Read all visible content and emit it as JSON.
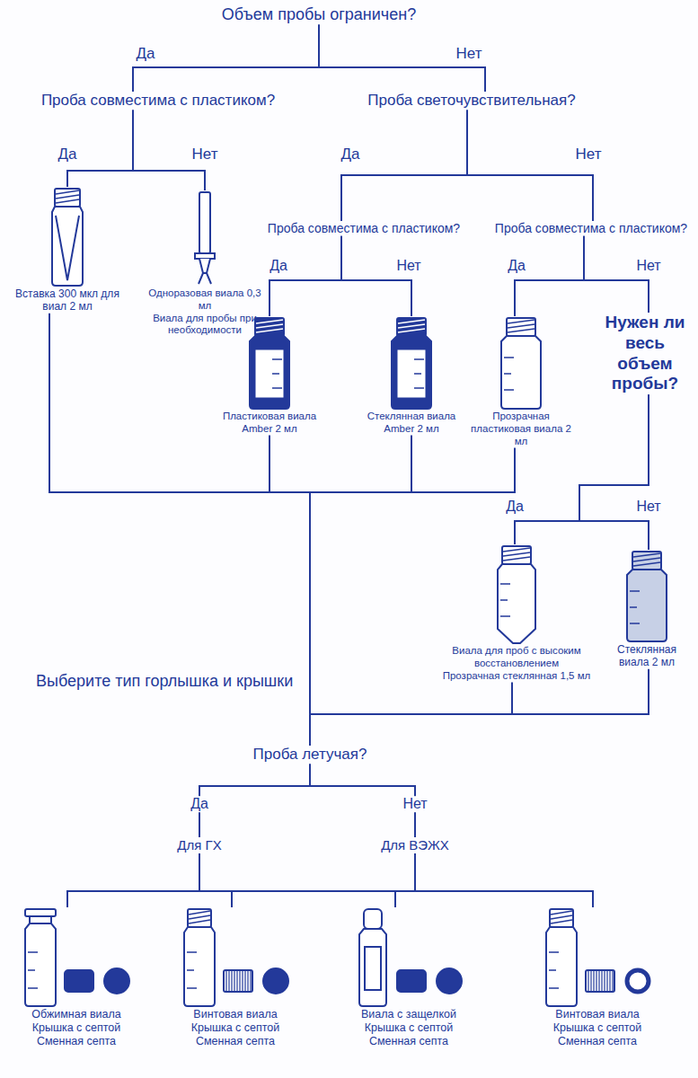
{
  "diagram": {
    "nodes": [
      {
        "text": [
          "Объем пробы ограничен?"
        ]
      },
      {
        "text": [
          "Проба совместима с пластиком?"
        ]
      },
      {
        "text": [
          "Проба светочувствительная?"
        ]
      },
      {
        "text": [
          "Вставка 300 мкл для виал 2 мл"
        ]
      },
      {
        "text": [
          "Одноразовая виала 0,3 мл",
          "Виала для пробы при необходимости"
        ]
      },
      {
        "text": [
          "Проба совместима с пластиком?"
        ]
      },
      {
        "text": [
          "Проба совместима с пластиком?"
        ]
      },
      {
        "text": [
          "Пластиковая виала Amber 2 мл"
        ]
      },
      {
        "text": [
          "Стеклянная виала Amber 2 мл"
        ]
      },
      {
        "text": [
          "Прозрачная пластиковая виала 2 мл"
        ]
      },
      {
        "text": [
          "Нужен ли весь объем пробы?"
        ]
      },
      {
        "text": [
          "Виала для проб с высоким восстановлением",
          "Прозрачная стеклянная 1,5 мл"
        ]
      },
      {
        "text": [
          "Стеклянная виала 2 мл"
        ]
      },
      {
        "text": [
          "Проба летучая?"
        ]
      },
      {
        "text": [
          "Для ГХ"
        ]
      },
      {
        "text": [
          "Для ВЭЖХ"
        ]
      },
      {
        "text": [
          "Обжимная виала",
          "Крышка с септой",
          "Сменная септа"
        ]
      },
      {
        "text": [
          "Винтовая виала",
          "Крышка с септой",
          "Сменная септа"
        ]
      },
      {
        "text": [
          "Виала с защелкой",
          "Крышка с септой",
          "Сменная септа"
        ]
      },
      {
        "text": [
          "Винтовая виала",
          "Крышка с септой",
          "Сменная септа"
        ]
      }
    ],
    "edges": [
      {
        "from": 0,
        "to": 1,
        "label": "Да",
        "arrow": "none"
      },
      {
        "from": 0,
        "to": 2,
        "label": "Нет",
        "arrow": "none"
      },
      {
        "from": 1,
        "to": 3,
        "label": "Да",
        "arrow": "none"
      },
      {
        "from": 1,
        "to": 4,
        "label": "Нет",
        "arrow": "none"
      },
      {
        "from": 2,
        "to": 5,
        "label": "Да",
        "arrow": "none"
      },
      {
        "from": 2,
        "to": 6,
        "label": "Нет",
        "arrow": "none"
      },
      {
        "from": 5,
        "to": 7,
        "label": "Да",
        "arrow": "none"
      },
      {
        "from": 5,
        "to": 8,
        "label": "Нет",
        "arrow": "none"
      },
      {
        "from": 6,
        "to": 9,
        "label": "Да",
        "arrow": "none"
      },
      {
        "from": 6,
        "to": 10,
        "label": "Нет",
        "arrow": "none"
      },
      {
        "from": 10,
        "to": 11,
        "label": "Да",
        "arrow": "none"
      },
      {
        "from": 10,
        "to": 12,
        "label": "Нет",
        "arrow": "none"
      },
      {
        "from": 3,
        "to": 13,
        "arrow": "none"
      },
      {
        "from": 7,
        "to": 13,
        "arrow": "none"
      },
      {
        "from": 8,
        "to": 13,
        "arrow": "none"
      },
      {
        "from": 9,
        "to": 13,
        "arrow": "none"
      },
      {
        "from": 11,
        "to": 13,
        "arrow": "none"
      },
      {
        "from": 12,
        "to": 13,
        "arrow": "none"
      },
      {
        "from": 13,
        "to": 14,
        "label": "Да",
        "arrow": "none"
      },
      {
        "from": 13,
        "to": 15,
        "label": "Нет",
        "arrow": "none"
      },
      {
        "from": 14,
        "to": 16,
        "arrow": "none"
      },
      {
        "from": 14,
        "to": 17,
        "arrow": "none"
      },
      {
        "from": 14,
        "to": 18,
        "arrow": "none"
      },
      {
        "from": 14,
        "to": 19,
        "arrow": "none"
      },
      {
        "from": 15,
        "to": 16,
        "arrow": "none"
      },
      {
        "from": 15,
        "to": 17,
        "arrow": "none"
      },
      {
        "from": 15,
        "to": 18,
        "arrow": "none"
      },
      {
        "from": 15,
        "to": 19,
        "arrow": "none"
      }
    ],
    "labels": [
      "Выберите тип горлышка и крышки"
    ]
  }
}
